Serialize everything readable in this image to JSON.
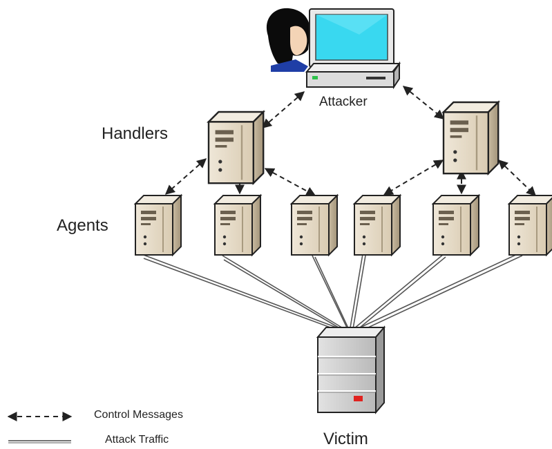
{
  "labels": {
    "attacker": "Attacker",
    "handlers": "Handlers",
    "agents": "Agents",
    "victim": "Victim"
  },
  "legend": {
    "control": "Control Messages",
    "attack": "Attack Traffic"
  },
  "colors": {
    "server_light": "#ece3d3",
    "server_front": "#e4d8c3",
    "server_side": "#c2b397",
    "server_dark": "#8f8169",
    "victim_body": "#c8c8c8",
    "victim_side": "#9a9a9a",
    "victim_light": "#ffd5d5",
    "monitor_screen": "#39d8f0",
    "line": "#222222",
    "led_red": "#e0221f",
    "led_green": "#2ec24b"
  },
  "icons": {
    "attacker": "person-at-computer-icon",
    "handler": "server-tower-icon",
    "agent": "server-tower-icon",
    "victim": "server-cabinet-icon"
  }
}
